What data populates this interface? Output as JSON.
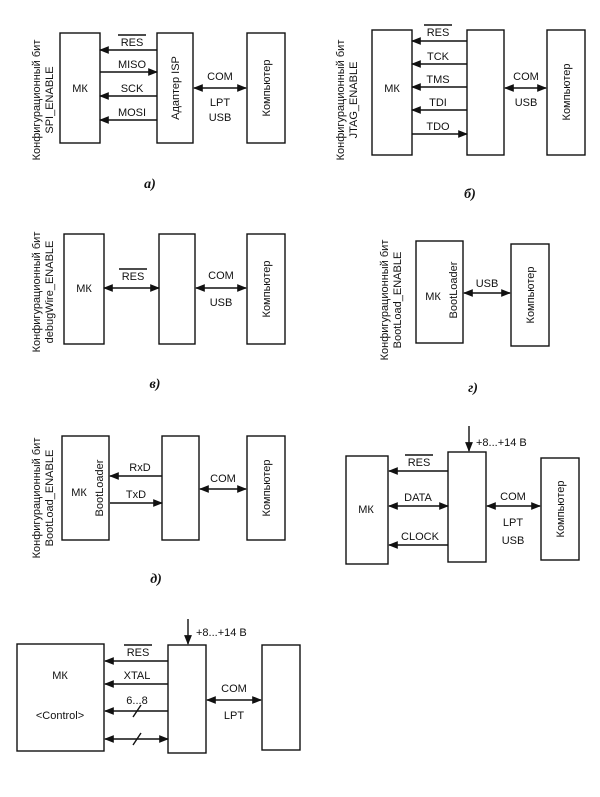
{
  "common": {
    "mk": "МК",
    "computer": "Компьютер",
    "com": "COM",
    "lpt": "LPT",
    "usb": "USB",
    "res": "RES",
    "config_bit": "Конфигурационный бит",
    "bootloader": "BootLoader",
    "bootload_enable": "BootLoad_ENABLE",
    "supply": "+8...+14 В"
  },
  "panel_a": {
    "caption": "а)",
    "config_name": "SPI_ENABLE",
    "adapter": "Адаптер ISP",
    "signals": [
      "RES",
      "MISO",
      "SCK",
      "MOSI"
    ]
  },
  "panel_b": {
    "caption": "б)",
    "config_name": "JTAG_ENABLE",
    "signals": [
      "RES",
      "TCK",
      "TMS",
      "TDI",
      "TDO"
    ]
  },
  "panel_v": {
    "caption": "в)",
    "config_name": "debugWire_ENABLE"
  },
  "panel_g": {
    "caption": "г)"
  },
  "panel_d": {
    "caption": "д)",
    "rxd": "RxD",
    "txd": "TxD"
  },
  "panel_e": {
    "data": "DATA",
    "clock": "CLOCK"
  },
  "panel_f": {
    "xtal": "XTAL",
    "bus": "6...8",
    "control": "<Control>"
  }
}
